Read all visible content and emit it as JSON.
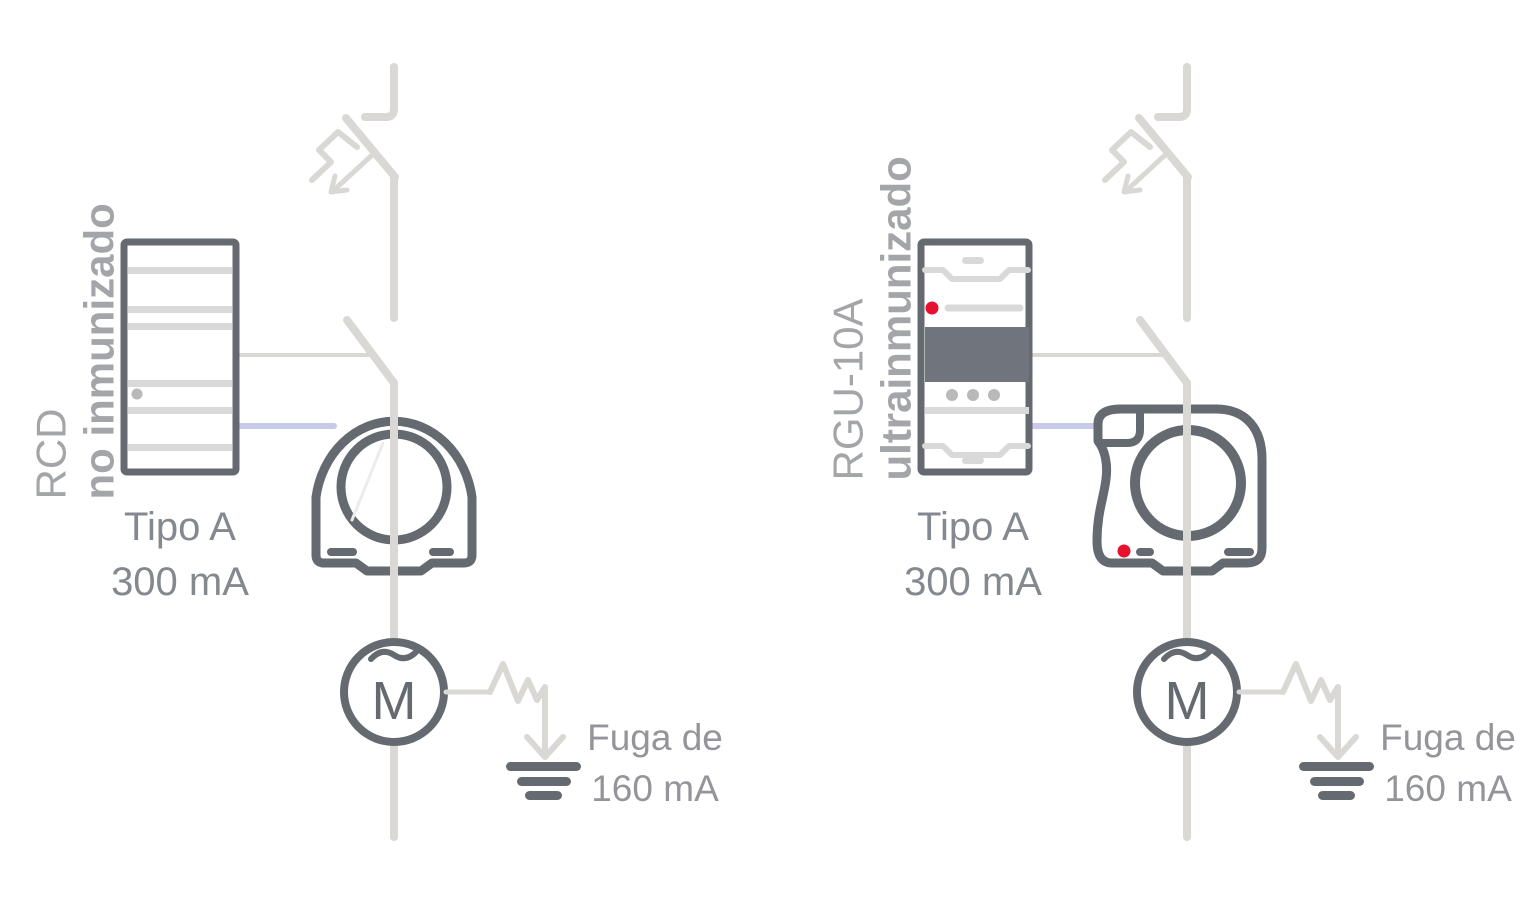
{
  "colors": {
    "line_light": "#d9d8d5",
    "dark": "#656970",
    "wire_blue": "#c7cbe9",
    "accent_red": "#e8112d",
    "stripe": "#d9d9d9",
    "band": "#70747c",
    "dot": "#b9b9b9",
    "text_gray": "#84888f",
    "label_gray": "#a3a5a9",
    "leak_gray": "#94959a"
  },
  "left": {
    "device": {
      "line1": "RCD",
      "line2": "no inmunizado"
    },
    "type_label": "Tipo A",
    "sensitivity": "300 mA",
    "motor_letter": "M",
    "leak": {
      "line1": "Fuga de",
      "line2": "160 mA"
    }
  },
  "right": {
    "device": {
      "line1": "RGU-10A",
      "line2": "ultrainmunizado"
    },
    "type_label": "Tipo A",
    "sensitivity": "300 mA",
    "motor_letter": "M",
    "leak": {
      "line1": "Fuga de",
      "line2": "160 mA"
    }
  },
  "icons": {
    "breaker": "circuit-breaker-icon",
    "switch_contact": "switch-contact-icon",
    "toroid": "toroidal-transformer-icon",
    "motor": "motor-icon",
    "leak_arrow": "leak-arrow-icon",
    "ground": "earth-ground-icon"
  }
}
